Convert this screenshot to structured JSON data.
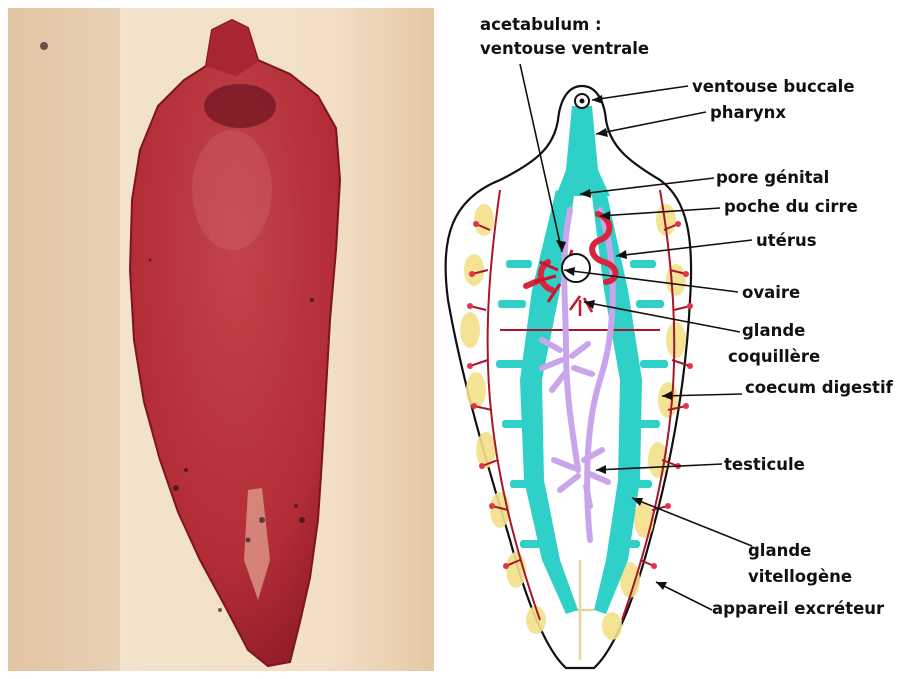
{
  "colors": {
    "specimen": "#b8323a",
    "specimen_dark": "#8e1e2a",
    "background_photo": "#ecd6bb",
    "digestive": "#2fd0c8",
    "uterus": "#d8243c",
    "testes": "#c9a6ec",
    "vitelline": "#f4e08a",
    "outline": "#111111"
  },
  "labels": {
    "acetabulum_1": "acetabulum :",
    "acetabulum_2": "ventouse ventrale",
    "oral_sucker": "ventouse buccale",
    "pharynx": "pharynx",
    "genital_pore": "pore génital",
    "cirrus_pouch": "poche du cirre",
    "uterus": "utérus",
    "ovary": "ovaire",
    "shell_gland_1": "glande",
    "shell_gland_2": "coquillère",
    "caecum": "coecum digestif",
    "testis": "testicule",
    "vitelline_1": "glande",
    "vitelline_2": "vitellogène",
    "excretory": "appareil excréteur"
  }
}
